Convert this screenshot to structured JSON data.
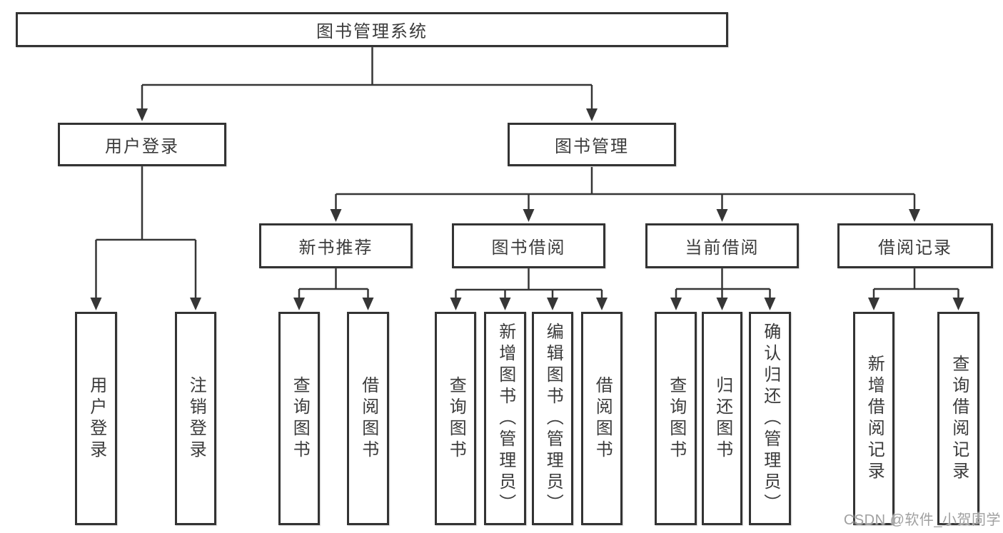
{
  "diagram": {
    "type": "hierarchy-diagram",
    "background": "#ffffff"
  },
  "colors": {
    "box_border": "#333333",
    "connector_line": "#363636",
    "label_text": "#3b3b3b",
    "watermark_text": "#a0a0a0"
  },
  "watermark": {
    "text": "CSDN @软件_小贺同学"
  },
  "tree": {
    "root": {
      "label": "图书管理系统"
    },
    "children": [
      {
        "label": "用户登录",
        "children": [
          {
            "label": "用户登录"
          },
          {
            "label": "注销登录"
          }
        ]
      },
      {
        "label": "图书管理",
        "children": [
          {
            "label": "新书推荐",
            "children": [
              {
                "label": "查询图书"
              },
              {
                "label": "借阅图书"
              }
            ]
          },
          {
            "label": "图书借阅",
            "children": [
              {
                "label": "查询图书"
              },
              {
                "label": "新增图书（管理员）"
              },
              {
                "label": "编辑图书（管理员）"
              },
              {
                "label": "借阅图书"
              }
            ]
          },
          {
            "label": "当前借阅",
            "children": [
              {
                "label": "查询图书"
              },
              {
                "label": "归还图书"
              },
              {
                "label": "确认归还（管理员）"
              }
            ]
          },
          {
            "label": "借阅记录",
            "children": [
              {
                "label": "新增借阅记录"
              },
              {
                "label": "查询借阅记录"
              }
            ]
          }
        ]
      }
    ]
  }
}
